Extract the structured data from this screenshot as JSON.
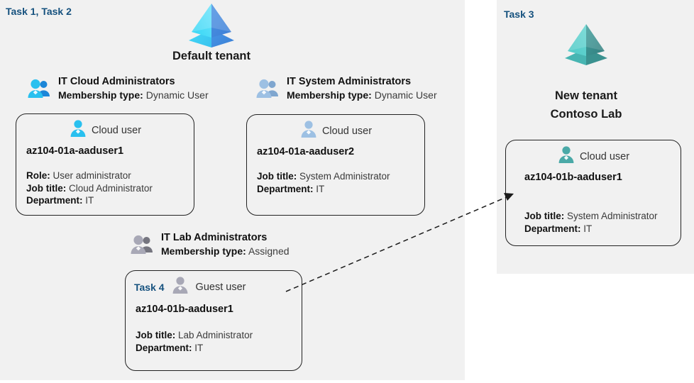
{
  "panels": {
    "left": {
      "task_label": "Task 1, Task 2"
    },
    "right": {
      "task_label": "Task 3"
    }
  },
  "tenants": [
    {
      "id": "default-tenant",
      "icon": "azure-tenant-icon",
      "caption_line1": "Default tenant",
      "caption_line2": "",
      "color": "#3fa9f5"
    },
    {
      "id": "new-tenant",
      "icon": "azure-tenant-icon",
      "caption_line1": "New  tenant",
      "caption_line2": "Contoso Lab",
      "color": "#45b3b0"
    }
  ],
  "groups": [
    {
      "id": "it-cloud-administrators",
      "name": "IT Cloud Administrators",
      "membership_label": "Membership type:",
      "membership_value": "Dynamic User",
      "icon": "group-users-icon"
    },
    {
      "id": "it-system-administrators",
      "name": "IT System Administrators",
      "membership_label": "Membership type:",
      "membership_value": "Dynamic User",
      "icon": "group-users-icon"
    },
    {
      "id": "it-lab-administrators",
      "name": "IT Lab Administrators",
      "membership_label": "Membership type:",
      "membership_value": "Assigned",
      "icon": "group-users-icon"
    }
  ],
  "users": [
    {
      "id": "az104-01a-aaduser1",
      "user_type": "Cloud user",
      "username": "az104-01a-aaduser1",
      "task_badge": "",
      "icon": "cloud-user-icon",
      "props": [
        {
          "label": "Role:",
          "value": "User administrator"
        },
        {
          "label": "Job title:",
          "value": "Cloud Administrator"
        },
        {
          "label": "Department:",
          "value": "IT"
        }
      ]
    },
    {
      "id": "az104-01a-aaduser2",
      "user_type": "Cloud user",
      "username": "az104-01a-aaduser2",
      "task_badge": "",
      "icon": "cloud-user-icon",
      "props": [
        {
          "label": "Job title:",
          "value": "System Administrator"
        },
        {
          "label": "Department:",
          "value": "IT"
        }
      ]
    },
    {
      "id": "az104-01b-aaduser1-guest",
      "user_type": "Guest user",
      "username": "az104-01b-aaduser1",
      "task_badge": "Task 4",
      "icon": "guest-user-icon",
      "props": [
        {
          "label": "Job title:",
          "value": "Lab Administrator"
        },
        {
          "label": "Department:",
          "value": "IT"
        }
      ]
    },
    {
      "id": "az104-01b-aaduser1-cloud",
      "user_type": "Cloud user",
      "username": "az104-01b-aaduser1",
      "task_badge": "",
      "icon": "cloud-user-icon",
      "props": [
        {
          "label": "Job title:",
          "value": "System Administrator"
        },
        {
          "label": "Department:",
          "value": "IT"
        }
      ]
    }
  ],
  "connector": {
    "id": "guest-to-cloud-user-arrow",
    "style": "dashed",
    "from": "az104-01b-aaduser1-guest",
    "to": "az104-01b-aaduser1-cloud"
  },
  "colors": {
    "panel_background": "#f1f1f1",
    "task_label": "#15517e",
    "card_border": "#222222",
    "text_primary": "#111111",
    "text_secondary": "#3a3a3a",
    "tenant_blue": "#3fa9f5",
    "tenant_teal": "#45b3b0",
    "user_cyan": "#29b6e8",
    "user_steel": "#8fb4d9",
    "user_teal": "#48a8a6",
    "user_gray": "#9a9aa8"
  }
}
